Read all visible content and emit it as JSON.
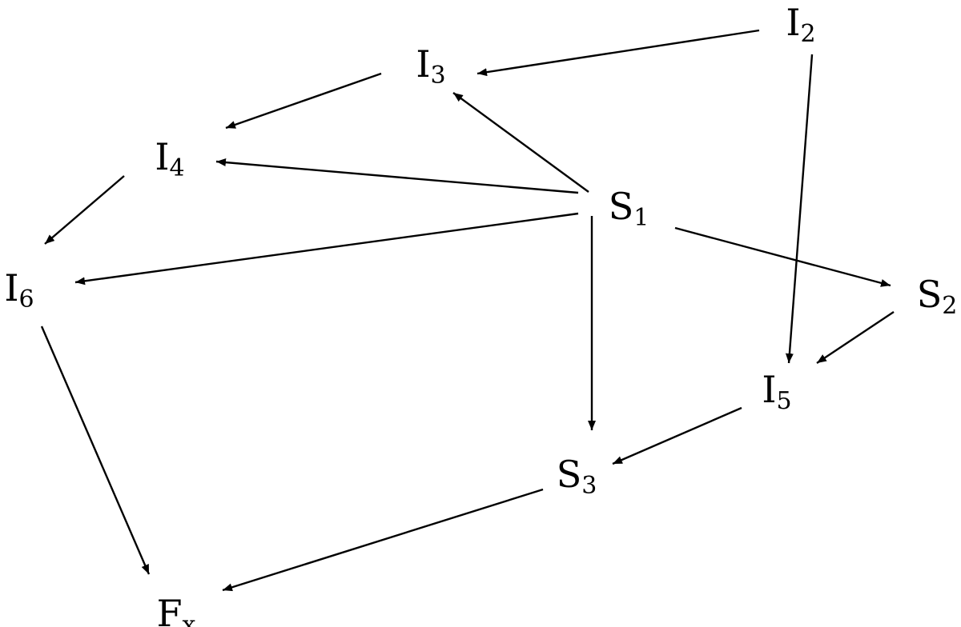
{
  "diagram": {
    "nodes": [
      {
        "id": "I2",
        "main": "I",
        "sub": "2"
      },
      {
        "id": "I3",
        "main": "I",
        "sub": "3"
      },
      {
        "id": "I4",
        "main": "I",
        "sub": "4"
      },
      {
        "id": "S1",
        "main": "S",
        "sub": "1"
      },
      {
        "id": "I6",
        "main": "I",
        "sub": "6"
      },
      {
        "id": "S2",
        "main": "S",
        "sub": "2"
      },
      {
        "id": "I5",
        "main": "I",
        "sub": "5"
      },
      {
        "id": "S3",
        "main": "S",
        "sub": "3"
      },
      {
        "id": "Fx",
        "main": "F",
        "sub": "x"
      }
    ],
    "edges": [
      {
        "from": "I2",
        "to": "I3"
      },
      {
        "from": "I2",
        "to": "I5"
      },
      {
        "from": "I3",
        "to": "I4"
      },
      {
        "from": "I4",
        "to": "I6"
      },
      {
        "from": "S1",
        "to": "I3"
      },
      {
        "from": "S1",
        "to": "I4"
      },
      {
        "from": "S1",
        "to": "I6"
      },
      {
        "from": "S1",
        "to": "S2"
      },
      {
        "from": "S1",
        "to": "S3"
      },
      {
        "from": "S2",
        "to": "I5"
      },
      {
        "from": "I5",
        "to": "S3"
      },
      {
        "from": "S3",
        "to": "Fx"
      },
      {
        "from": "I6",
        "to": "Fx"
      }
    ]
  }
}
